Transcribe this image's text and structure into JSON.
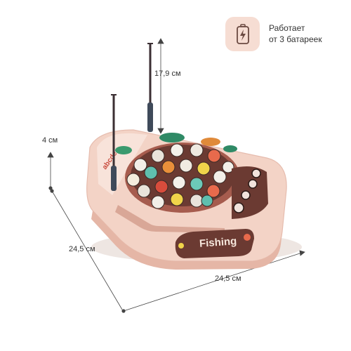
{
  "feature": {
    "icon": "battery-charging-icon",
    "line1": "Работает",
    "line2": "от 3 батареек",
    "badge_color": "#f6ddd3"
  },
  "dimensions": {
    "rod_height": "17,9 см",
    "base_height": "4 см",
    "depth": "24,5 см",
    "width": "24,5 см"
  },
  "toy": {
    "brand_label": "Fishing",
    "body_color": "#f3d3c6",
    "pond_color": "#6b3a32"
  }
}
